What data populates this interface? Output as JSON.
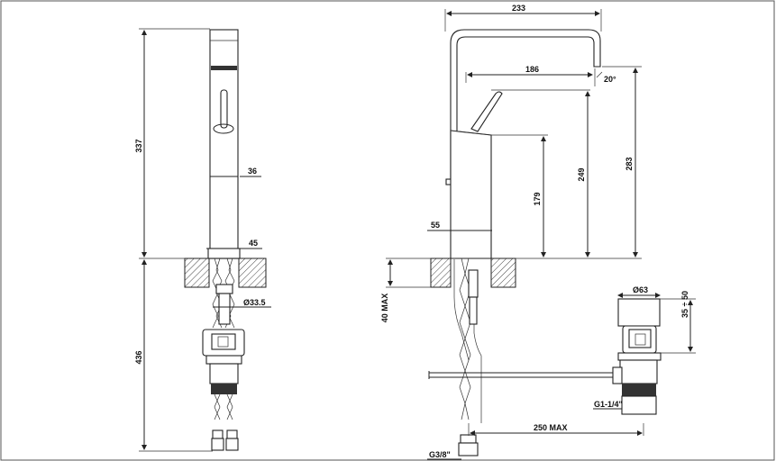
{
  "dimensions": {
    "front_height": "337",
    "front_body_width": "36",
    "front_base_width": "45",
    "front_tail_diameter": "Ø33.5",
    "front_below_deck": "436",
    "side_spout_reach": "233",
    "side_handle_reach": "186",
    "side_angle": "20°",
    "side_total_height": "283",
    "side_spout_height": "249",
    "side_handle_height": "179",
    "side_base_width": "55",
    "side_deck_thickness": "40 MAX",
    "waste_diameter": "Ø63",
    "waste_range": "35 ÷ 50",
    "waste_thread": "G1-1/4\"",
    "rod_length": "250 MAX",
    "supply_thread": "G3/8\""
  },
  "colors": {
    "line": "#222222",
    "hatch": "#444444",
    "background": "#ffffff"
  }
}
